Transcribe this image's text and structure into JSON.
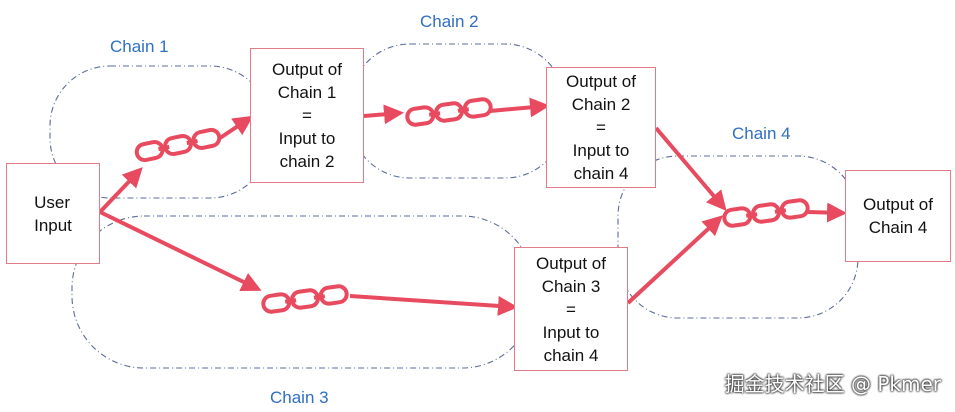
{
  "chain_labels": {
    "chain1": "Chain 1",
    "chain2": "Chain 2",
    "chain3": "Chain 3",
    "chain4": "Chain 4"
  },
  "boxes": {
    "user_input": [
      "User",
      "Input"
    ],
    "output_chain1": [
      "Output of",
      "Chain 1",
      "=",
      "Input to",
      "chain 2"
    ],
    "output_chain2": [
      "Output of",
      "Chain 2",
      "=",
      "Input to",
      "chain 4"
    ],
    "output_chain3": [
      "Output of",
      "Chain 3",
      "=",
      "Input to",
      "chain 4"
    ],
    "output_chain4": [
      "Output of",
      "Chain 4"
    ]
  },
  "watermark": "掘金技术社区 @ Pkmer",
  "colors": {
    "arrow": "#e84a5f",
    "box_border": "#e27b86",
    "link": "#e84a5f",
    "dashed_outline": "#5a6d9a",
    "label": "#2f6fc0"
  }
}
